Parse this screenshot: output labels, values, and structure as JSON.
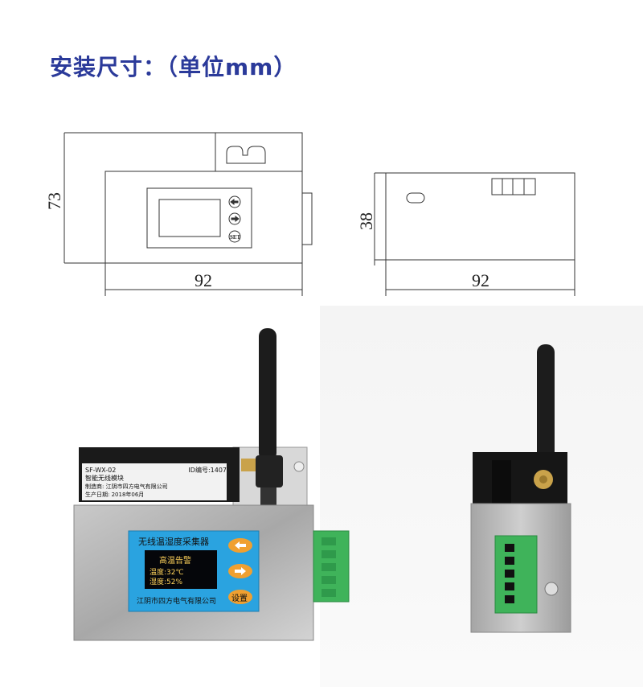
{
  "title": "安装尺寸：（单位mm）",
  "front_view": {
    "height_label": "73",
    "width_label": "92",
    "set_button": "SET"
  },
  "side_view": {
    "height_label": "38",
    "width_label": "92"
  },
  "photo_left": {
    "module_label": {
      "model": "SF-WX-02",
      "id": "ID编号:1407",
      "name": "智能无线模块",
      "maker": "制造商: 江阴市四方电气有限公司",
      "date": "生产日期: 2018年06月"
    },
    "panel": {
      "title": "无线温湿度采集器",
      "alarm": "高温告警",
      "temp": "温度:32℃",
      "humidity": "湿度:52%",
      "company": "江阴市四方电气有限公司",
      "set_button": "设置"
    }
  },
  "colors": {
    "title": "#2b3a9a",
    "panel_blue": "#2aa3e0",
    "button_orange": "#f0a030",
    "terminal_green": "#3fb35a"
  }
}
